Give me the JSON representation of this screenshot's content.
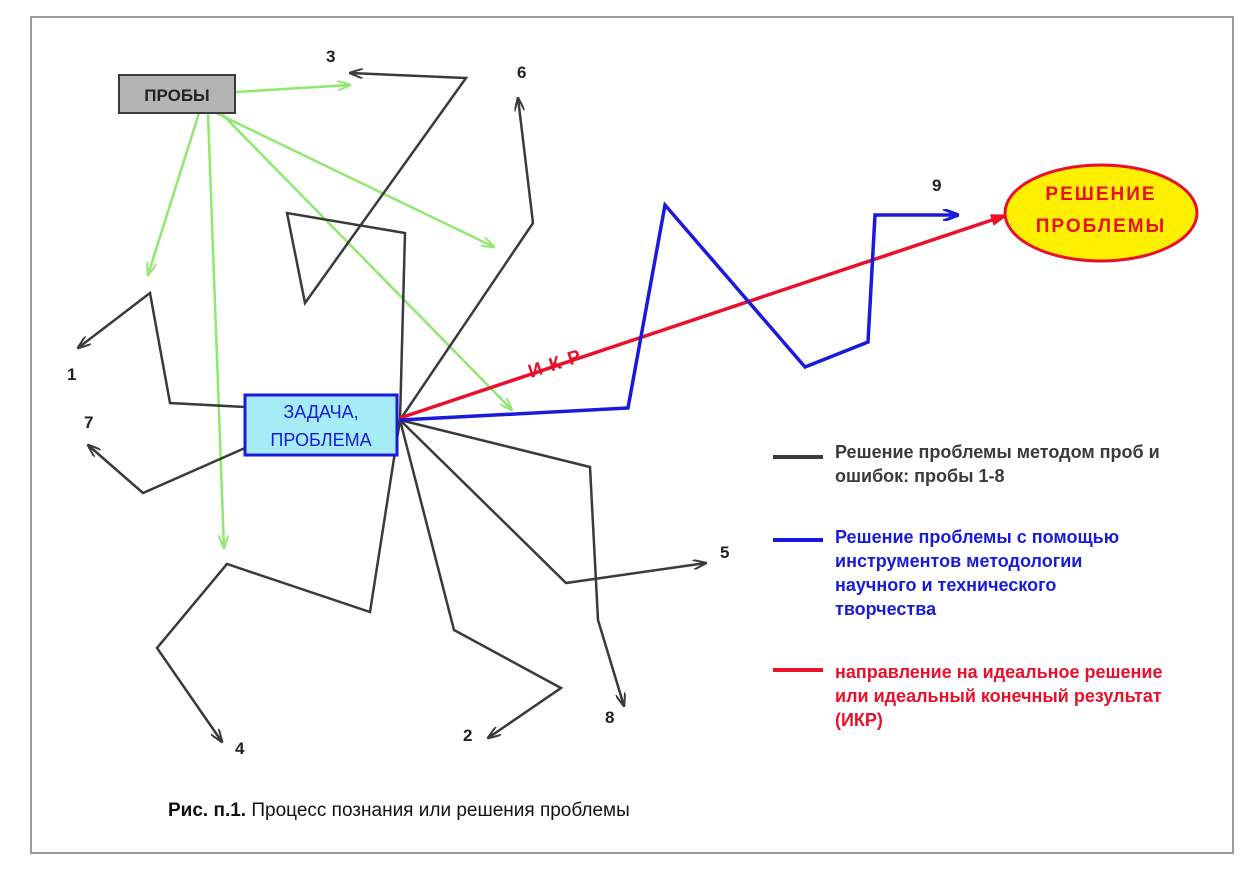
{
  "nodes": {
    "probes": "ПРОБЫ",
    "task_line1": "ЗАДАЧА,",
    "task_line2": "ПРОБЛЕМА",
    "solution_line1": "РЕШЕНИЕ",
    "solution_line2": "ПРОБЛЕМЫ"
  },
  "ikr_label": "ИКР",
  "probe_numbers": [
    "1",
    "2",
    "3",
    "4",
    "5",
    "6",
    "7",
    "8",
    "9"
  ],
  "legend": {
    "black": {
      "text": "Решение проблемы методом проб и ошибок: пробы 1-8",
      "color": "#3a3a3a"
    },
    "blue": {
      "text": "Решение проблемы с помощью инструментов методологии научного и технического творчества",
      "color": "#1a1adc"
    },
    "red": {
      "text": "направление на идеальное решение или идеальный конечный результат (ИКР)",
      "color": "#e8102a"
    }
  },
  "caption": {
    "bold": "Рис. п.1.",
    "text": " Процесс познания или решения проблемы"
  },
  "colors": {
    "probe_arrows": "#90e870",
    "trial_arrows": "#3a3a3a",
    "method_path": "#1a1adc",
    "ikr_arrow": "#e8102a",
    "task_fill": "#a6ecf6",
    "solution_fill": "#fff000"
  }
}
